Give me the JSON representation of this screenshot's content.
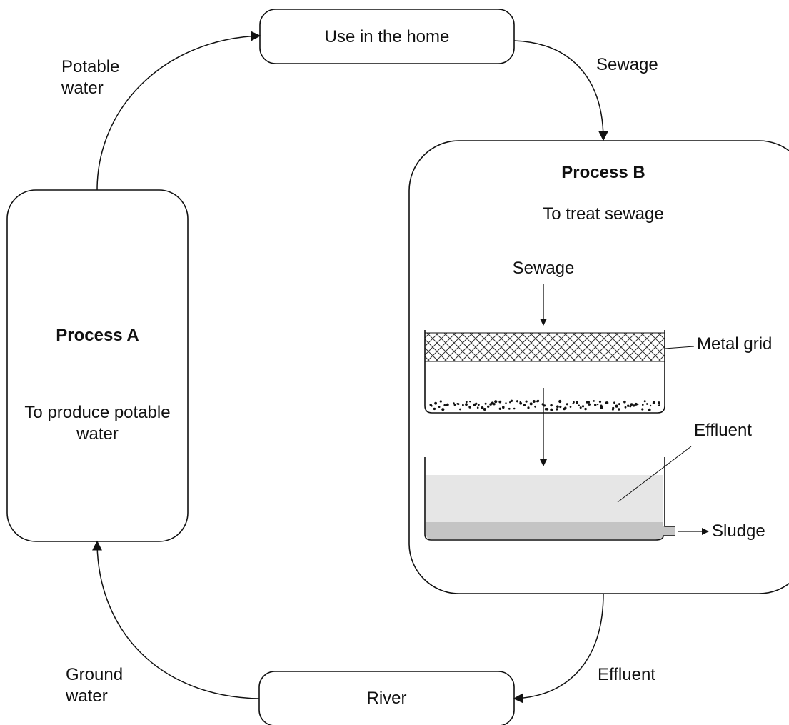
{
  "diagram": {
    "nodes": {
      "home": "Use in the home",
      "process_a": {
        "title": "Process A",
        "desc": "To produce potable water"
      },
      "process_b": {
        "title": "Process B",
        "desc": "To treat sewage"
      },
      "river": "River"
    },
    "edges": {
      "potable": "Potable water",
      "sewage": "Sewage",
      "effluent": "Effluent",
      "ground": "Ground water"
    },
    "process_b_apparatus": {
      "input": "Sewage",
      "grid": "Metal grid",
      "effluent": "Effluent",
      "sludge": "Sludge"
    }
  }
}
